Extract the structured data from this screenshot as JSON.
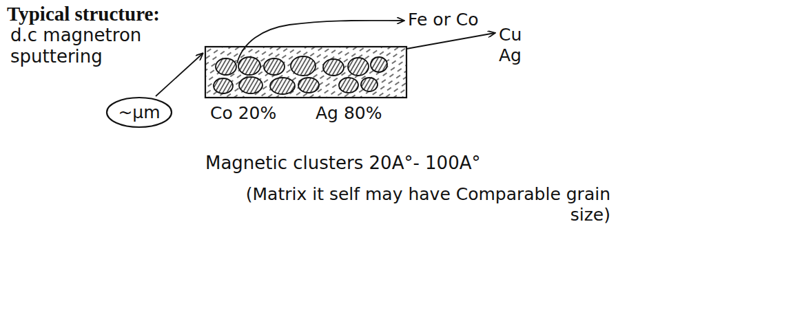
{
  "diagram": {
    "title": "Typical structure:",
    "nodes": [
      {
        "text": [
          "~µm"
        ]
      }
    ],
    "labels": [
      "d.c magnetron sputtering",
      "Fe or Co",
      "Cu Ag",
      "Co 20%",
      "Ag 80%",
      "Magnetic clusters 20A°- 100A°",
      "(Matrix it self may have Comparable grain size)"
    ]
  }
}
